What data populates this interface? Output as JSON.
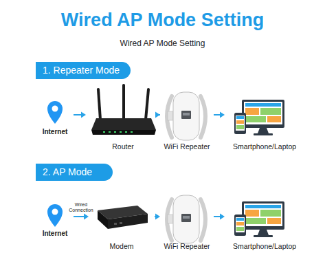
{
  "diagram": {
    "title": "Wired AP Mode Setting",
    "nodes": [
      {
        "text": [
          "1. Repeater Mode"
        ]
      },
      {
        "text": [
          "Internet"
        ]
      },
      {
        "text": [
          "Router"
        ]
      },
      {
        "text": [
          "WiFi Repeater"
        ]
      },
      {
        "text": [
          "Smartphone/Laptop"
        ]
      },
      {
        "text": [
          "2. AP Mode"
        ]
      },
      {
        "text": [
          "Internet"
        ]
      },
      {
        "text": [
          "Modem"
        ]
      },
      {
        "text": [
          "WiFi Repeater"
        ]
      },
      {
        "text": [
          "Smartphone/Laptop"
        ]
      }
    ],
    "edges": [
      {
        "from": 1,
        "to": 2,
        "arrow": "to"
      },
      {
        "from": 2,
        "to": 3,
        "arrow": "to"
      },
      {
        "from": 3,
        "to": 4,
        "arrow": "to"
      },
      {
        "from": 6,
        "to": 7,
        "label": "Wired Connection",
        "arrow": "to"
      },
      {
        "from": 7,
        "to": 8,
        "arrow": "to"
      },
      {
        "from": 8,
        "to": 9,
        "arrow": "to"
      }
    ],
    "labels": [
      "Wired AP Mode Setting"
    ]
  }
}
